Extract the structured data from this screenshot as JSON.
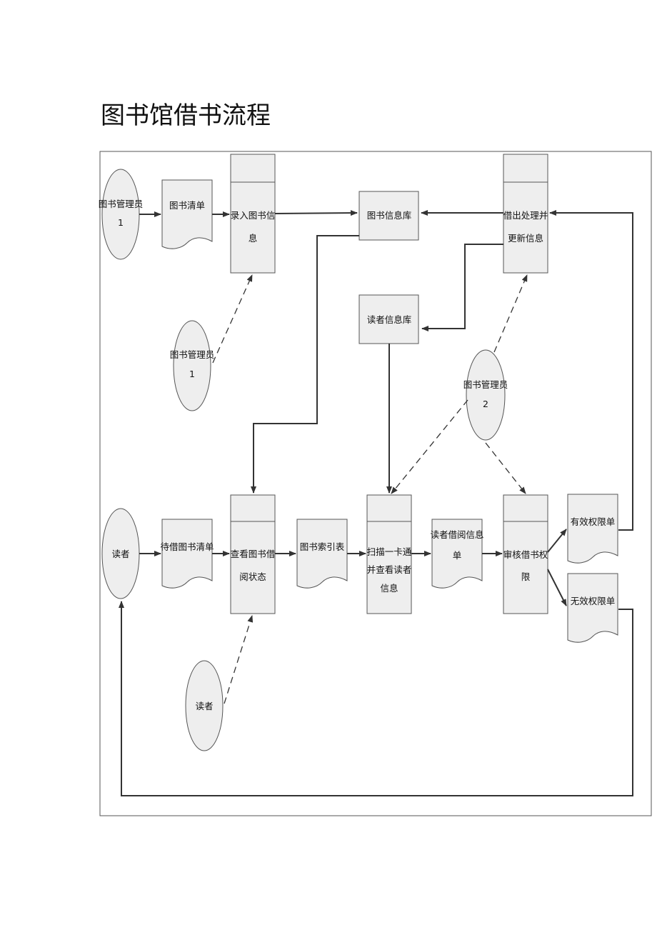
{
  "title": "图书馆借书流程",
  "nodes": {
    "librarian1_ellipse": [
      "图书管理员",
      "1"
    ],
    "book_list": [
      "图书清单"
    ],
    "enter_book_info": [
      "录入图书信",
      "息"
    ],
    "book_db": [
      "图书信息库"
    ],
    "lend_update": [
      "借出处理并",
      "更新信息"
    ],
    "reader_db": [
      "读者信息库"
    ],
    "librarian1_ellipse_b": [
      "图书管理员",
      "1"
    ],
    "librarian2_ellipse": [
      "图书管理员",
      "2"
    ],
    "reader_ellipse": [
      "读者"
    ],
    "pending_list": [
      "待借图书清单"
    ],
    "check_status": [
      "查看图书借",
      "阅状态"
    ],
    "book_index": [
      "图书索引表"
    ],
    "scan_card": [
      "扫描一卡通",
      "并查看读者",
      "信息"
    ],
    "borrow_info": [
      "读者借阅信息",
      "单"
    ],
    "verify_rights": [
      "审核借书权",
      "限"
    ],
    "valid_list": [
      "有效权限单"
    ],
    "invalid_list": [
      "无效权限单"
    ],
    "reader_ellipse_b": [
      "读者"
    ]
  },
  "colors": {
    "fill": "#eeeeee",
    "stroke": "#555555",
    "line": "#333333"
  }
}
